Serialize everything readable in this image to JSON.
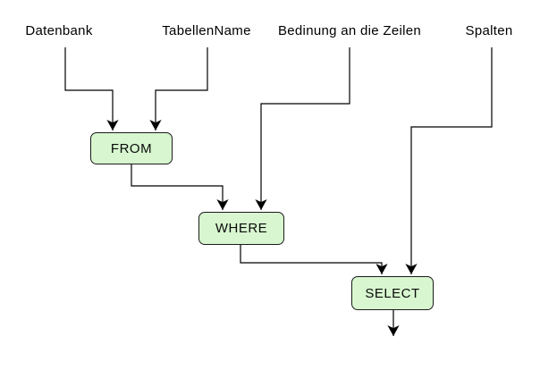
{
  "diagram": {
    "inputs": [
      {
        "id": "datenbank",
        "label": "Datenbank"
      },
      {
        "id": "tabellenname",
        "label": "TabellenName"
      },
      {
        "id": "bedinung",
        "label": "Bedinung an die Zeilen"
      },
      {
        "id": "spalten",
        "label": "Spalten"
      }
    ],
    "nodes": [
      {
        "id": "from",
        "label": "FROM"
      },
      {
        "id": "where",
        "label": "WHERE"
      },
      {
        "id": "select",
        "label": "SELECT"
      }
    ],
    "edges": [
      {
        "from": "Datenbank",
        "to": "FROM"
      },
      {
        "from": "TabellenName",
        "to": "FROM"
      },
      {
        "from": "Bedinung an die Zeilen",
        "to": "WHERE"
      },
      {
        "from": "FROM",
        "to": "WHERE"
      },
      {
        "from": "Spalten",
        "to": "SELECT"
      },
      {
        "from": "WHERE",
        "to": "SELECT"
      },
      {
        "from": "SELECT",
        "to": "output"
      }
    ],
    "colors": {
      "node_fill": "#d8f7d0",
      "node_border": "#1b1b1b",
      "connector": "#000000",
      "text": "#000000",
      "background": "#ffffff"
    }
  }
}
